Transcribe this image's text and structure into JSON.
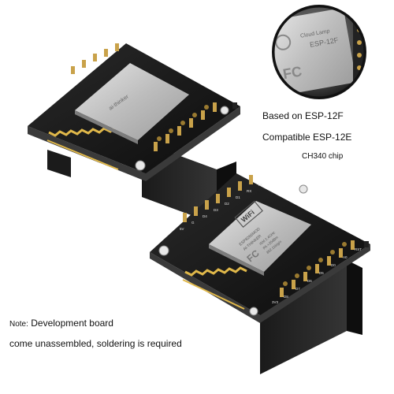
{
  "colors": {
    "background": "#ffffff",
    "pcb": "#131313",
    "pcb_edge": "#2b2b2b",
    "header_body": "#202020",
    "gold": "#c9a24a",
    "shield": "#c4c4c4",
    "antenna": "#e0b84a",
    "magnifier_ring": "#2a2a2a",
    "text": "#111111"
  },
  "zoom_inset": {
    "icon": "magnifier-zoom-circle",
    "shield_text": [
      "Cloud Lamp",
      "ESP-12F",
      "FC"
    ]
  },
  "board_top": {
    "icon": "esp8266-wemos-d1-mini-board",
    "shield_text": [
      "ai-thinker"
    ]
  },
  "board_bottom": {
    "icon": "esp8266-wemos-d1-mini-board",
    "shield_text": [
      "WiFi",
      "ESP8266MOD",
      "AI-THINKER",
      "ISM 2.4GHz",
      "PA +25dBm",
      "802.11b/g/n",
      "FC"
    ],
    "pin_labels": [
      "5V",
      "G",
      "D4",
      "D3",
      "D2",
      "D1",
      "RX",
      "TX",
      "3V3",
      "D8",
      "D7",
      "D6",
      "D5",
      "D0",
      "A0",
      "RST"
    ]
  },
  "features": {
    "line1": "Based on ESP-12F",
    "line2": "Compatible ESP-12E",
    "line3": "CH340 chip"
  },
  "note": {
    "label": "Note:",
    "line1_rest": " Development board",
    "line2": "come unassembled, soldering is required"
  }
}
